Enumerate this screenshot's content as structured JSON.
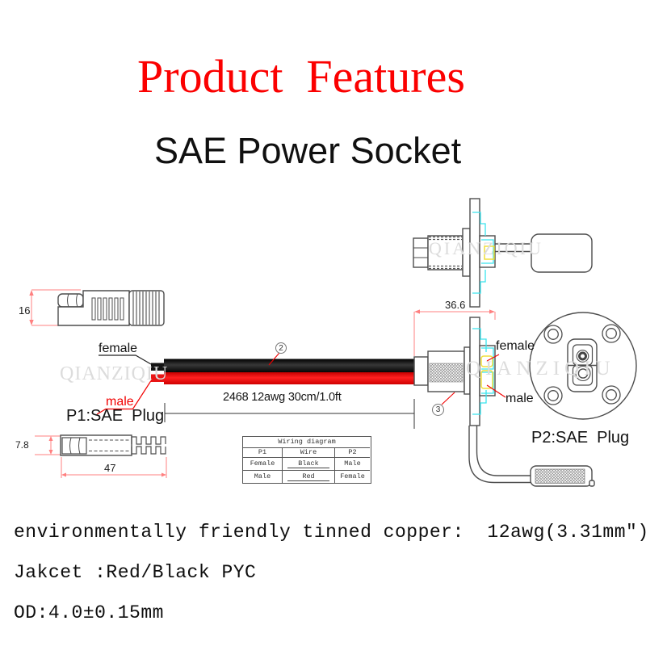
{
  "header": {
    "title": "Product  Features",
    "subtitle": "SAE Power Socket"
  },
  "watermark": {
    "text": "QIANZIQIU",
    "color": "#dcdcdc"
  },
  "diagram": {
    "dims": {
      "p1_height": "16",
      "p2_width": "36.6",
      "p1_bottom_height": "7.8",
      "p1_bottom_length": "47"
    },
    "cable_label": "2468 12awg 30cm/1.0ft",
    "callouts": {
      "c2": "2",
      "c3": "3"
    },
    "p1": {
      "caption": "P1:SAE  Plug",
      "female": "female",
      "male": "male"
    },
    "p2": {
      "caption": "P2:SAE  Plug",
      "female": "female",
      "male": "male"
    },
    "colors": {
      "wire_black": "#121212",
      "wire_red": "#ee0e0e",
      "dimension_red": "#ff8080",
      "leader_red": "#f01010",
      "detail_cyan": "#3ae4ee",
      "detail_yellow": "#f0df3c",
      "accent_red": "#fb0000"
    }
  },
  "wiring_table": {
    "title": "Wiring diagram",
    "headers": [
      "P1",
      "Wire",
      "P2"
    ],
    "rows": [
      [
        "Female",
        "Black",
        "Male"
      ],
      [
        "Male",
        "Red",
        "Female"
      ]
    ]
  },
  "specs": {
    "line1": "environmentally friendly tinned copper:  12awg(3.31mm\")",
    "line2": "Jakcet :Red/Black PYC",
    "line3": "OD:4.0±0.15mm"
  }
}
